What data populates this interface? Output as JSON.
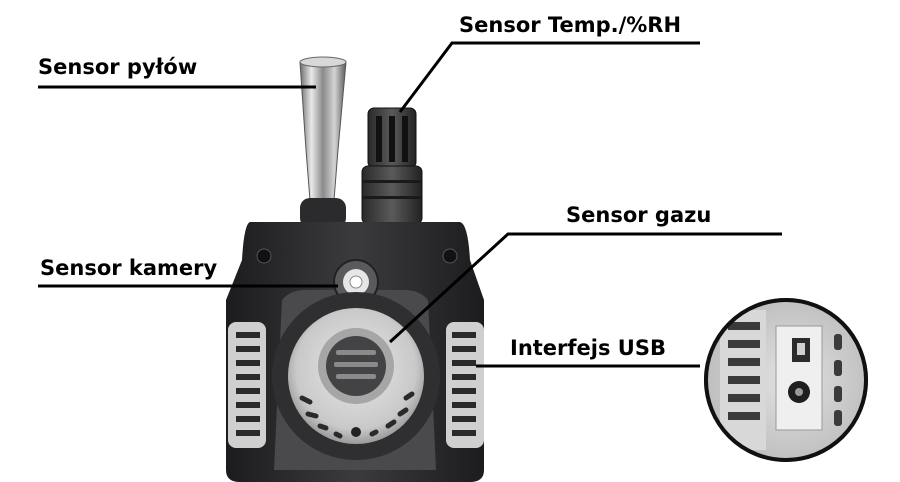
{
  "labels": {
    "dust_sensor": "Sensor pyłów",
    "temp_rh_sensor": "Sensor Temp./%RH",
    "gas_sensor": "Sensor gazu",
    "camera_sensor": "Sensor kamery",
    "usb_interface": "Interfejs USB"
  },
  "colors": {
    "text": "#000000",
    "leader_line": "#000000",
    "device_body": "#2a2a2c",
    "device_panel": "#3a3a3d",
    "vent_gray": "#bfbfbf",
    "metal": "#b8b8b8",
    "background": "#ffffff"
  }
}
